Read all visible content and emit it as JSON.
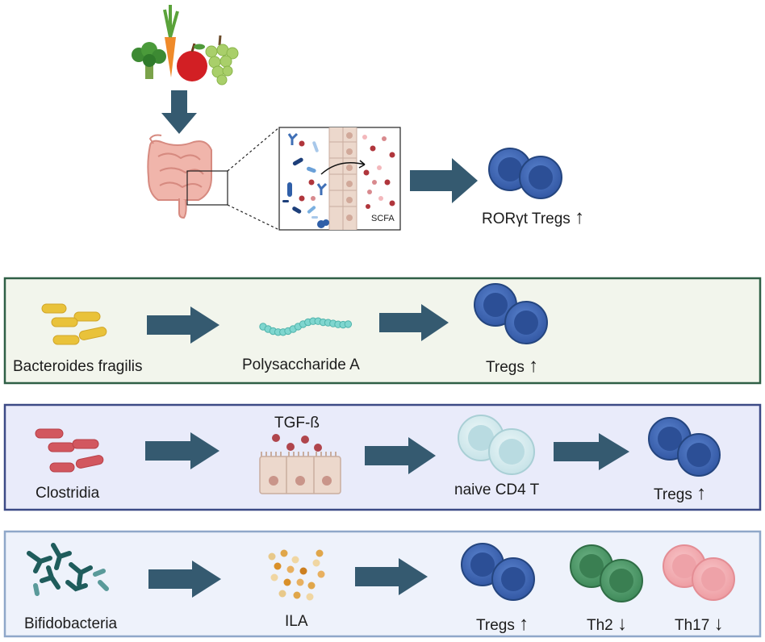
{
  "top": {
    "scfa_label": "SCFA",
    "result_label": "RORγt Tregs"
  },
  "panels": [
    {
      "bacterium": "Bacteroides fragilis",
      "mediator": "Polysaccharide A",
      "outputs": [
        "Tregs"
      ],
      "colors": {
        "border": "#2f5f46",
        "fill": "#f2f5ec",
        "bacteria": "#e9c23a"
      }
    },
    {
      "bacterium": "Clostridia",
      "mediator_top": "TGF-ß",
      "intermediate": "naive CD4 T",
      "outputs": [
        "Tregs"
      ],
      "colors": {
        "border": "#3c4a86",
        "fill": "#e9ebfa",
        "bacteria": "#d2575f"
      }
    },
    {
      "bacterium": "Bifidobacteria",
      "mediator": "ILA",
      "outputs": [
        "Tregs",
        "Th2",
        "Th17"
      ],
      "colors": {
        "border": "#8fa7c9",
        "fill": "#eef2fb",
        "bacteria": "#1f5c5c"
      }
    }
  ],
  "arrows": {
    "up": "↑",
    "down": "↓"
  },
  "colors": {
    "arrow": "#355a70",
    "treg": "#3b63b3",
    "th2": "#4f9a6a",
    "th17": "#f0a9ae",
    "naive": "#d3e9ec",
    "epithelium": "#ecd8cc"
  }
}
